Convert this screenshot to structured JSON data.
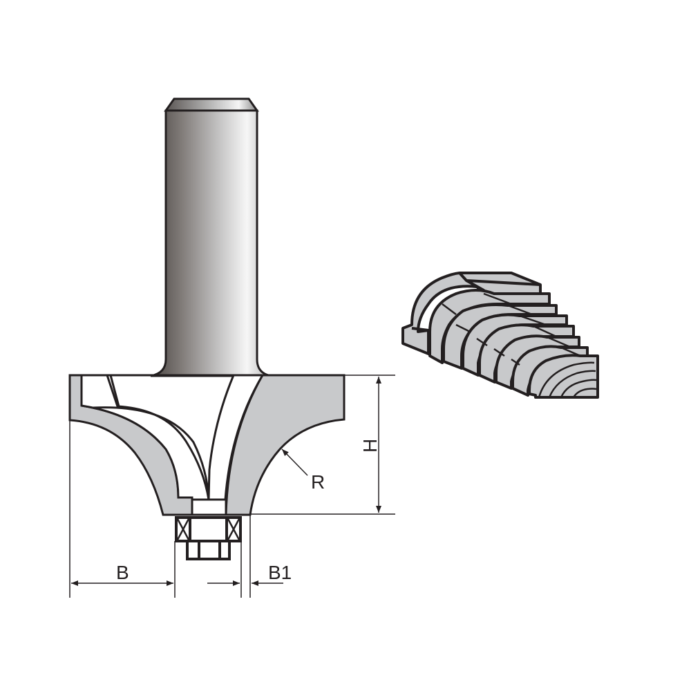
{
  "diagram": {
    "subject": "router-bit-with-bearing",
    "colors": {
      "outline": "#231f20",
      "fill_gray": "#c8c9cb",
      "shank_dark": "#4a4543",
      "shank_light": "#f4f4f4",
      "background": "#ffffff"
    },
    "dimensions": {
      "B": "B",
      "B1": "B1",
      "H": "H",
      "R": "R"
    },
    "profile_samples": {
      "count": 8,
      "description": "stacked wood profile cross-sections"
    }
  }
}
